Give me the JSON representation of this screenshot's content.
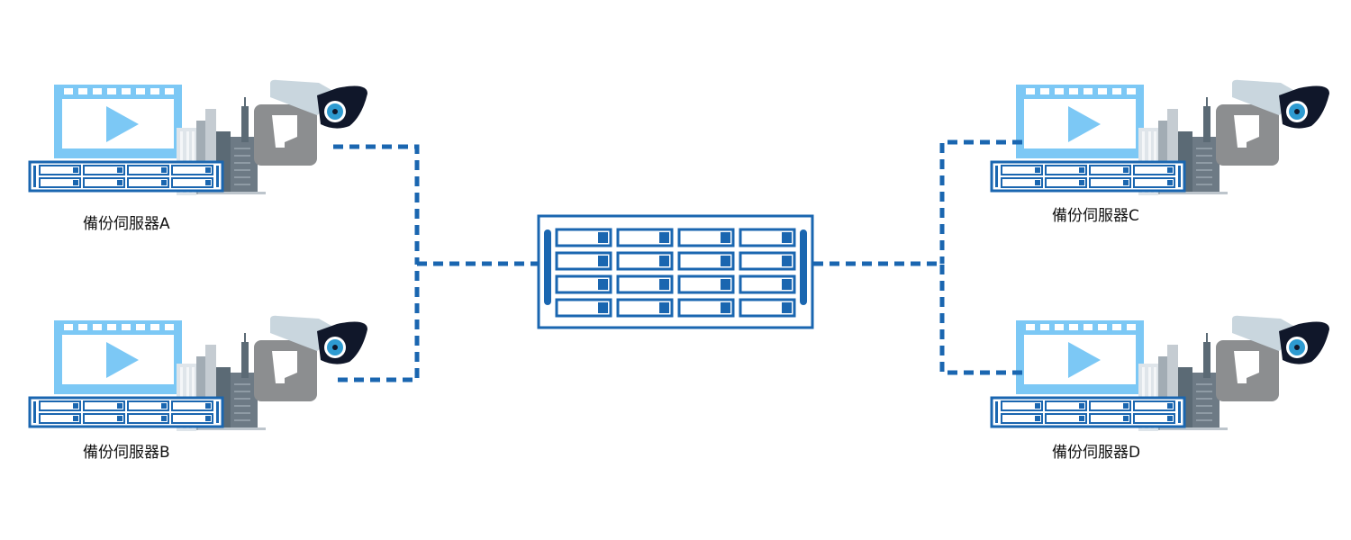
{
  "nodes": [
    {
      "id": "A",
      "label": "備份伺服器A"
    },
    {
      "id": "B",
      "label": "備份伺服器B"
    },
    {
      "id": "C",
      "label": "備份伺服器C"
    },
    {
      "id": "D",
      "label": "備份伺服器D"
    }
  ],
  "colors": {
    "link": "#1a66b0",
    "nas_border": "#1a66b0",
    "video_light": "#7cc8f5",
    "camera_body": "#c9d6de",
    "camera_mount": "#8c8e90",
    "camera_dark": "#10172a",
    "lens": "#2e9bd1",
    "building_dark": "#5b6a75",
    "building_light": "#aab4bc"
  },
  "icons": {
    "central": "nas-storage-icon",
    "video": "video-play-icon",
    "camera": "security-camera-icon",
    "buildings": "city-buildings-icon",
    "rack": "rack-server-icon"
  }
}
